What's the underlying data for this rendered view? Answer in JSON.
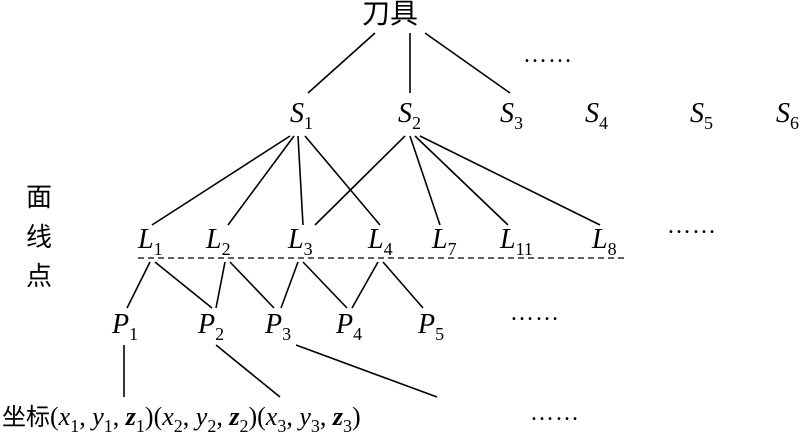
{
  "root": "刀具",
  "surfaces": {
    "letter": "S",
    "indices": [
      "1",
      "2",
      "3",
      "4",
      "5",
      "6"
    ]
  },
  "lines": {
    "letter": "L",
    "indices": [
      "1",
      "2",
      "3",
      "4",
      "7",
      "11",
      "8"
    ]
  },
  "points": {
    "letter": "P",
    "indices": [
      "1",
      "2",
      "3",
      "4",
      "5"
    ]
  },
  "side_labels": [
    "面",
    "线",
    "点"
  ],
  "ellipsis": "……",
  "coords": {
    "prefix": "坐标",
    "tuples": [
      {
        "x": "x",
        "xs": "1",
        "y": "y",
        "ys": "1",
        "z": "z",
        "zs": "1"
      },
      {
        "x": "x",
        "xs": "2",
        "y": "y",
        "ys": "2",
        "z": "z",
        "zs": "2"
      },
      {
        "x": "x",
        "xs": "3",
        "y": "y",
        "ys": "3",
        "z": "z",
        "zs": "3"
      }
    ]
  }
}
